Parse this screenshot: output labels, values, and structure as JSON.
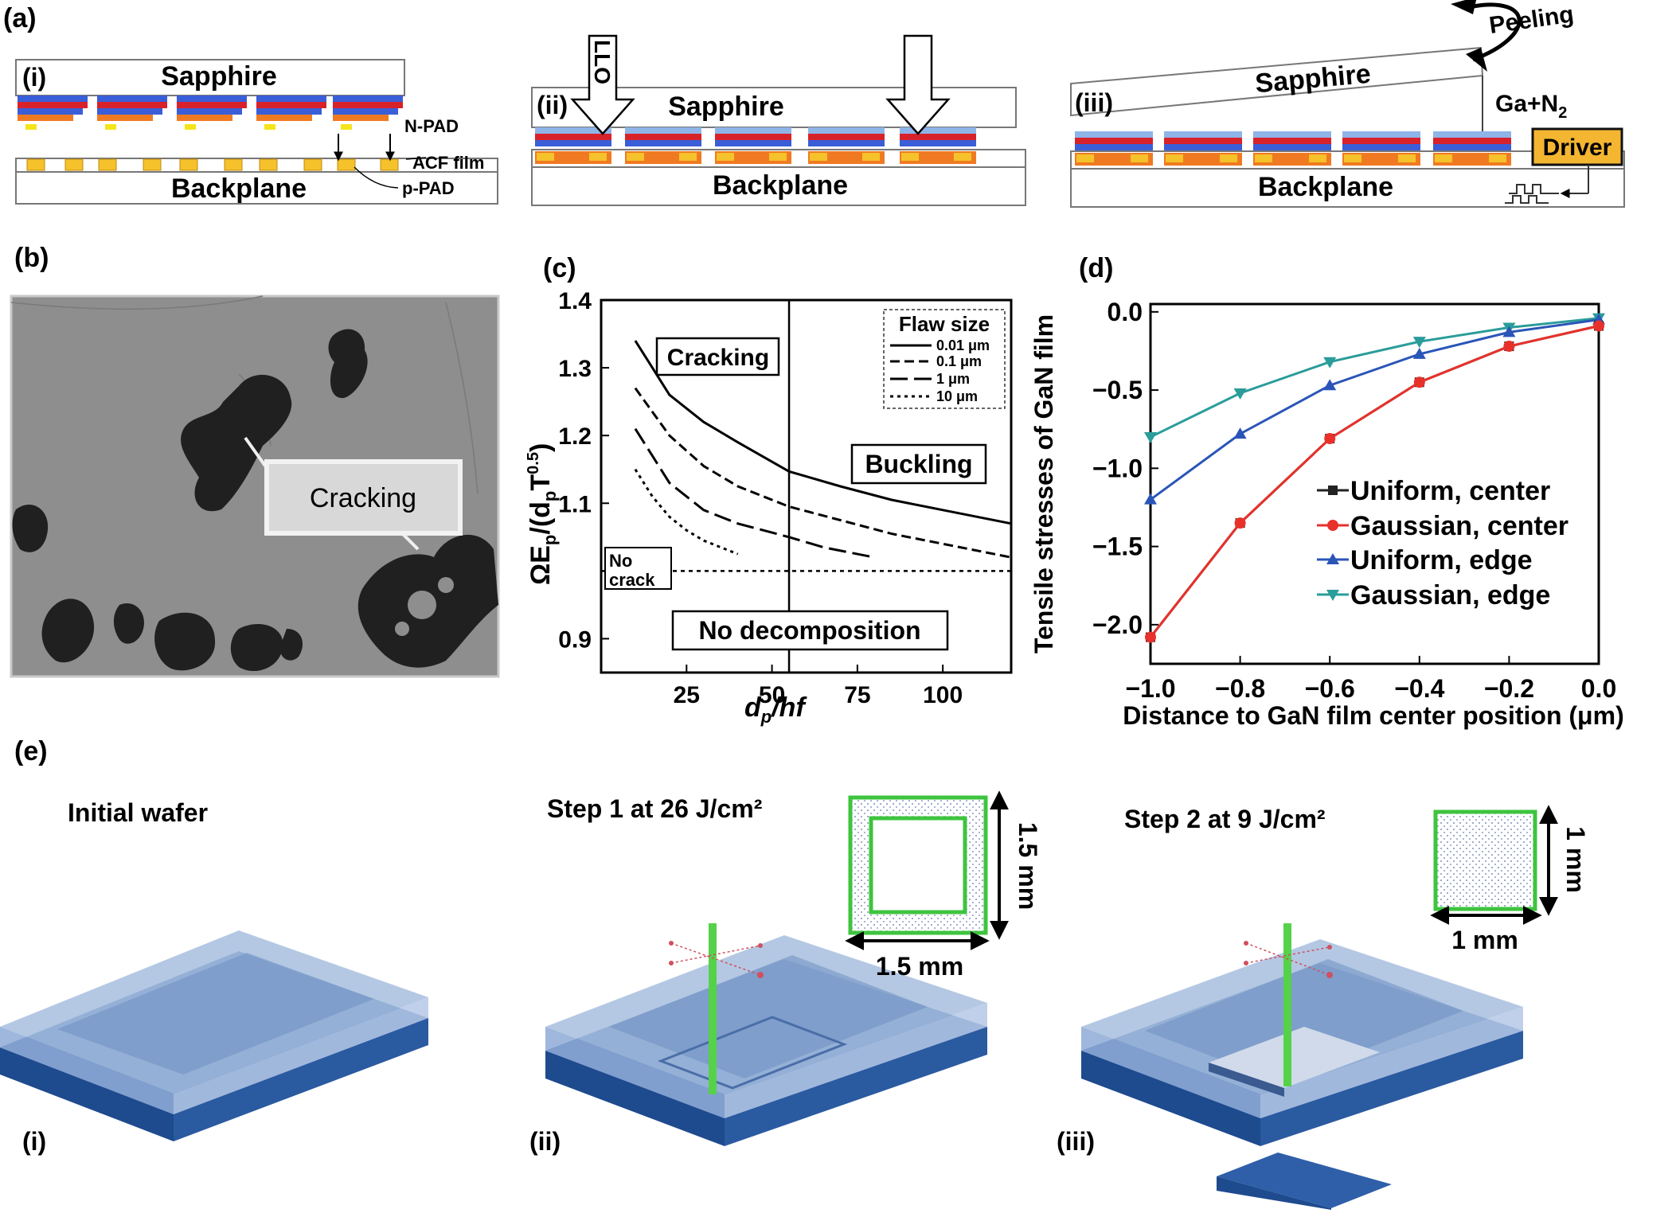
{
  "panel_labels": {
    "a": "(a)",
    "b": "(b)",
    "c": "(c)",
    "d": "(d)",
    "e": "(e)"
  },
  "panel_a": {
    "i": {
      "label": "(i)",
      "sapphire": "Sapphire",
      "backplane": "Backplane",
      "npad": "N-PAD",
      "acf": "ACF film",
      "ppad": "p-PAD"
    },
    "ii": {
      "label": "(ii)",
      "sapphire": "Sapphire",
      "backplane": "Backplane",
      "llo": "LLO"
    },
    "iii": {
      "label": "(iii)",
      "sapphire": "Sapphire",
      "backplane": "Backplane",
      "peeling": "Peeling",
      "gas": "Ga+N",
      "gas_sub": "2",
      "driver": "Driver"
    }
  },
  "panel_b": {
    "label": "Cracking"
  },
  "panel_c": {
    "ylabel_main": "ΩE",
    "ylabel_p1": "p",
    "ylabel_mid": "/(d",
    "ylabel_p2": "p",
    "ylabel_T": "T",
    "ylabel_exp": "0.5",
    "ylabel_close": ")",
    "xlabel_main": "d",
    "xlabel_sub": "p",
    "xlabel_tail": "/hf",
    "region_cracking": "Cracking",
    "region_buckling": "Buckling",
    "region_nocrack_1": "No",
    "region_nocrack_2": "crack",
    "region_nodecomp": "No decomposition",
    "legend_title": "Flaw size"
  },
  "chart_data": [
    {
      "type": "line",
      "panel": "c",
      "xlim": [
        0,
        120
      ],
      "ylim": [
        0.85,
        1.4
      ],
      "xticks": [
        "25",
        "50",
        "75",
        "100"
      ],
      "yticks": [
        "0.9",
        "1.1",
        "1.2",
        "1.3",
        "1.4"
      ],
      "series": [
        {
          "name": "0.01 μm",
          "x": [
            10,
            15,
            20,
            30,
            40,
            55,
            70,
            85,
            100,
            120
          ],
          "y": [
            1.34,
            1.3,
            1.26,
            1.22,
            1.19,
            1.147,
            1.125,
            1.105,
            1.09,
            1.07
          ]
        },
        {
          "name": "0.1 μm",
          "x": [
            10,
            20,
            30,
            40,
            55,
            70,
            85,
            100,
            120
          ],
          "y": [
            1.27,
            1.2,
            1.155,
            1.125,
            1.095,
            1.075,
            1.055,
            1.04,
            1.02
          ]
        },
        {
          "name": "1 μm",
          "x": [
            10,
            15,
            20,
            25,
            30,
            40,
            55,
            65,
            80
          ],
          "y": [
            1.21,
            1.17,
            1.13,
            1.11,
            1.09,
            1.07,
            1.05,
            1.035,
            1.02
          ]
        },
        {
          "name": "10 μm",
          "x": [
            10,
            15,
            20,
            25,
            30,
            35,
            40
          ],
          "y": [
            1.15,
            1.11,
            1.08,
            1.06,
            1.045,
            1.035,
            1.025
          ]
        }
      ],
      "reference_lines": {
        "vertical_x": 55,
        "horizontal_y": 1.0
      }
    },
    {
      "type": "line",
      "panel": "d",
      "xlabel": "Distance to GaN film center position (μm)",
      "ylabel": "Tensile stresses of GaN film",
      "xlim": [
        -1.0,
        0.0
      ],
      "ylim": [
        -2.25,
        0.05
      ],
      "xticks": [
        "−1.0",
        "−0.8",
        "−0.6",
        "−0.4",
        "−0.2",
        "0.0"
      ],
      "yticks": [
        "−2.0",
        "−1.5",
        "−1.0",
        "−0.5",
        "0.0"
      ],
      "x": [
        -1.0,
        -0.8,
        -0.6,
        -0.4,
        -0.2,
        0.0
      ],
      "series": [
        {
          "name": "Uniform, center",
          "color": "#222222",
          "marker": "square",
          "values": [
            -2.08,
            -1.35,
            -0.81,
            -0.45,
            -0.22,
            -0.09
          ]
        },
        {
          "name": "Gaussian, center",
          "color": "#e8312b",
          "marker": "circle",
          "values": [
            -2.08,
            -1.35,
            -0.81,
            -0.45,
            -0.22,
            -0.09
          ]
        },
        {
          "name": "Uniform, edge",
          "color": "#2a55b8",
          "marker": "triangle-up",
          "values": [
            -1.2,
            -0.78,
            -0.47,
            -0.27,
            -0.13,
            -0.05
          ]
        },
        {
          "name": "Gaussian, edge",
          "color": "#2a9c9a",
          "marker": "triangle-down",
          "values": [
            -0.8,
            -0.52,
            -0.32,
            -0.19,
            -0.1,
            -0.04
          ]
        }
      ]
    }
  ],
  "panel_e": {
    "i": {
      "label": "(i)",
      "title": "Initial wafer"
    },
    "ii": {
      "label": "(ii)",
      "title": "Step 1 at 26 J/cm²",
      "dim_w": "1.5 mm",
      "dim_h": "1.5 mm"
    },
    "iii": {
      "label": "(iii)",
      "title": "Step 2 at 9 J/cm²",
      "dim_w": "1 mm",
      "dim_h": "1 mm"
    }
  },
  "colors": {
    "blue_layer": "#3a5ed8",
    "red_layer": "#d8222a",
    "orange_layer": "#f07a22",
    "pad_yellow": "#f5c22b",
    "laser_green": "#55d24a",
    "driver_fill": "#f4b631"
  }
}
